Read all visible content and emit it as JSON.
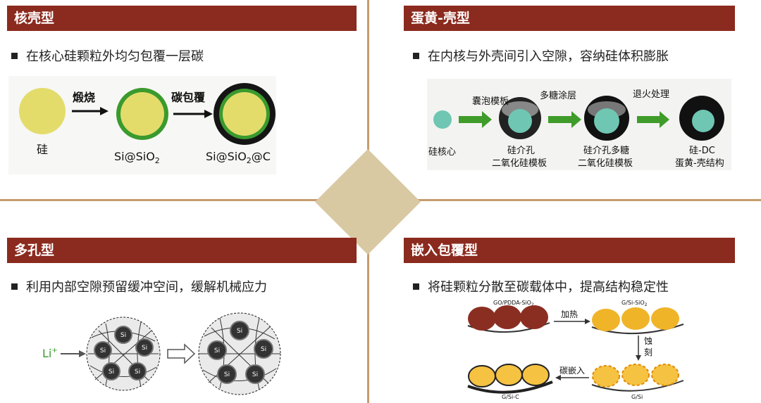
{
  "panels": {
    "core_shell": {
      "title": "核壳型",
      "bullet": "在核心硅颗粒外均匀包覆一层碳",
      "steps": [
        "煅烧",
        "碳包覆"
      ],
      "labels": [
        "硅",
        "Si@SiO",
        "Si@SiO",
        "@C"
      ],
      "subscripts": [
        "2",
        "2"
      ]
    },
    "yolk_shell": {
      "title": "蛋黄-壳型",
      "bullet": "在内核与外壳间引入空隙，容纳硅体积膨胀",
      "steps": [
        "囊泡模板",
        "多糖涂层",
        "退火处理"
      ],
      "labels": [
        "硅核心",
        "硅介孔",
        "二氧化硅模板",
        "硅介孔多糖",
        "二氧化硅模板",
        "硅-DC",
        "蛋黄-壳结构"
      ]
    },
    "porous": {
      "title": "多孔型",
      "bullet": "利用内部空隙预留缓冲空间，缓解机械应力",
      "ion": "Li",
      "ion_sup": "+",
      "particle": "Si"
    },
    "embedded": {
      "title": "嵌入包覆型",
      "bullet": "将硅颗粒分散至碳载体中，提高结构稳定性",
      "labels": [
        "GO/PDDA-SiO",
        "G/Si-SiO",
        "加热",
        "蚀",
        "刻",
        "碳嵌入",
        "G/Si-C",
        "G/Si"
      ],
      "label_subscripts": [
        "2",
        "2"
      ]
    }
  },
  "colors": {
    "header_bg": "#8b2a1e",
    "divider": "#c69c6d",
    "diamond": "#d9c9a3",
    "silicon_yellow": "#e3dc6b",
    "oxide_green": "#3a9a2e",
    "arrow_green": "#3f9c2a"
  }
}
